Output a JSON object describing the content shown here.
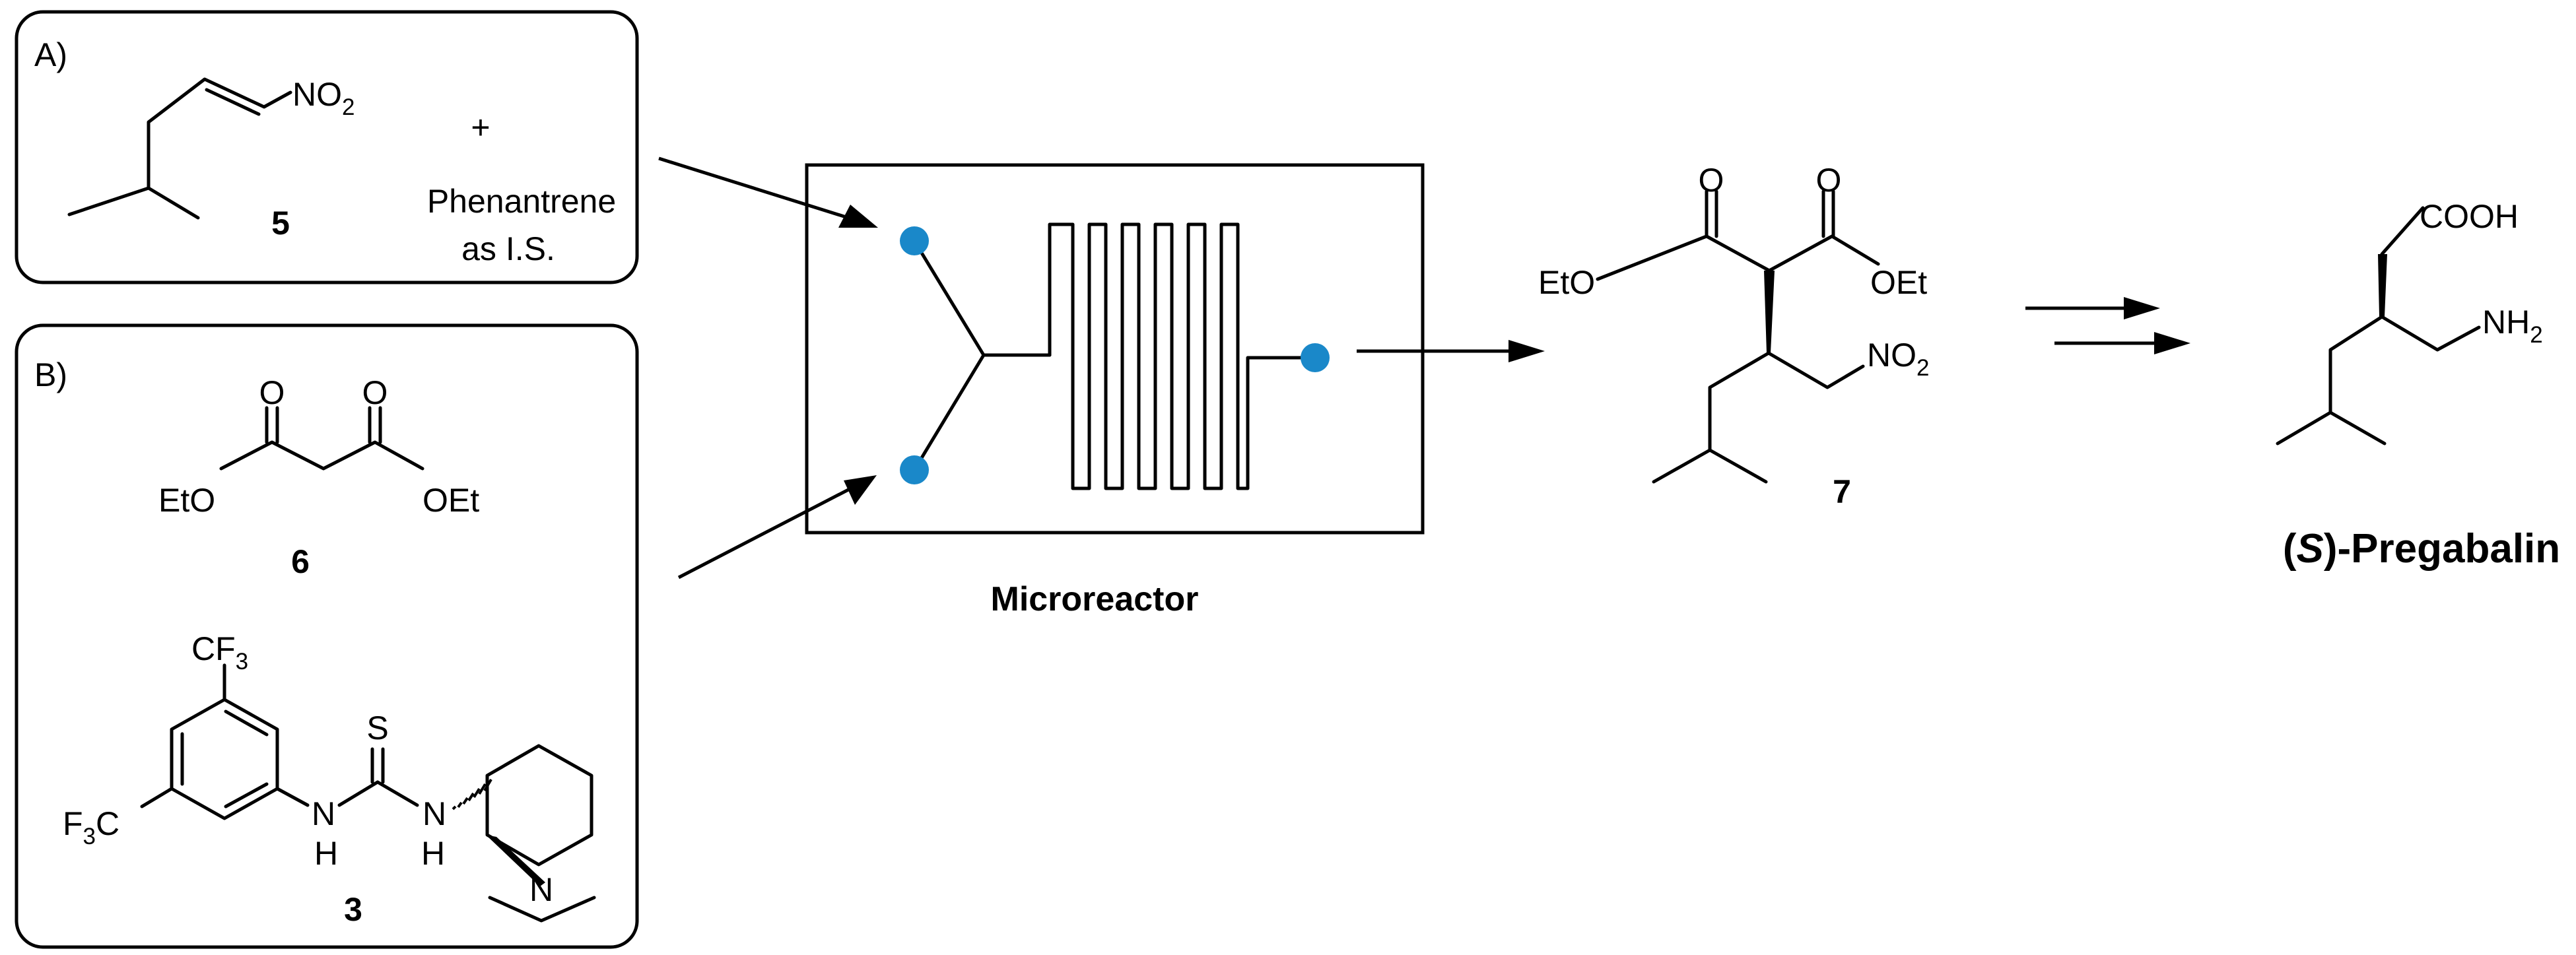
{
  "panels": {
    "a_label": "A)",
    "b_label": "B)"
  },
  "compound_5": {
    "group": "NO",
    "group_sub": "2",
    "number": "5"
  },
  "plus": "+",
  "internal_standard": {
    "line1": "Phenantrene",
    "line2": "as I.S."
  },
  "compound_6": {
    "left_ester": "EtO",
    "right_ester": "OEt",
    "carbonyl_o": "O",
    "number": "6"
  },
  "catalyst_3": {
    "cf3_top": "CF",
    "cf3_top_sub": "3",
    "cf3_left_pre": "F",
    "cf3_left_sub": "3",
    "cf3_left_post": "C",
    "sulfur": "S",
    "nh": "N",
    "h": "H",
    "amine_n": "N",
    "number": "3"
  },
  "microreactor": {
    "caption": "Microreactor",
    "port_color": "#1a88c9"
  },
  "compound_7": {
    "left_ester": "EtO",
    "right_ester": "OEt",
    "carbonyl_o": "O",
    "group": "NO",
    "group_sub": "2",
    "number": "7"
  },
  "pregabalin": {
    "acid": "COOH",
    "amine": "NH",
    "amine_sub": "2",
    "name_open": "(",
    "name_italic": "S",
    "name_rest": ")-Pregabalin"
  }
}
